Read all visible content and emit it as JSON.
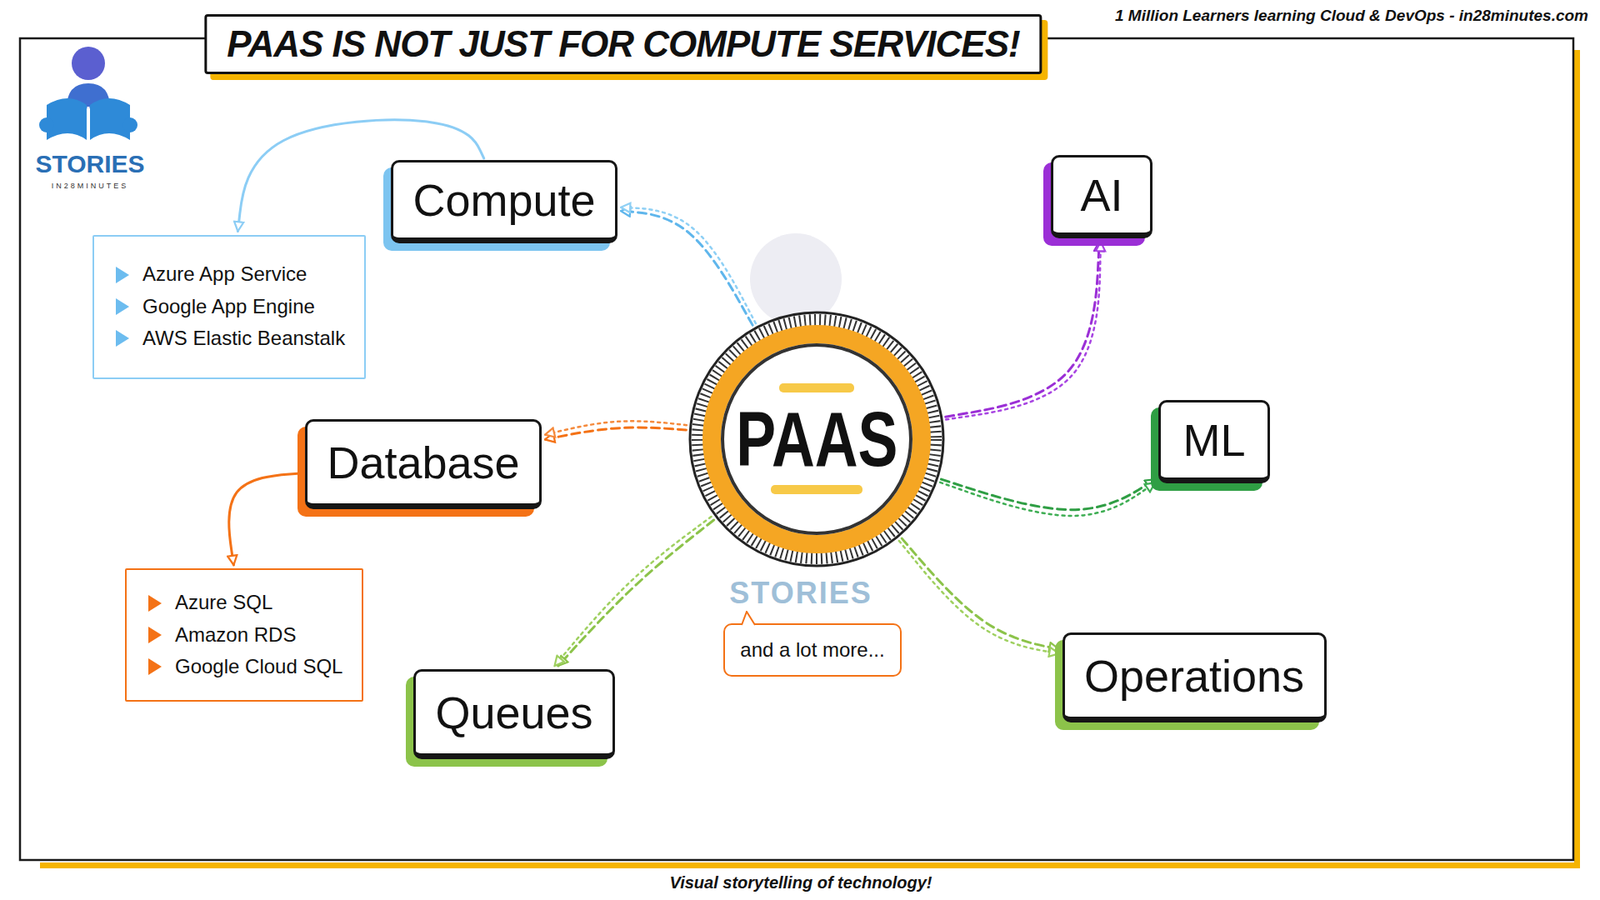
{
  "diagram": {
    "title": "PAAS IS NOT JUST FOR COMPUTE SERVICES!",
    "caption": "Visual storytelling of technology!",
    "nodes": [
      {
        "text": [
          "Compute"
        ]
      },
      {
        "text": [
          "Azure App Service",
          "Google App Engine",
          "AWS Elastic Beanstalk"
        ]
      },
      {
        "text": [
          "AI"
        ]
      },
      {
        "text": [
          "PAAS"
        ]
      },
      {
        "text": [
          "ML"
        ]
      },
      {
        "text": [
          "Database"
        ]
      },
      {
        "text": [
          "Azure SQL",
          "Amazon RDS",
          "Google Cloud SQL"
        ]
      },
      {
        "text": [
          "and a lot more..."
        ]
      },
      {
        "text": [
          "Queues"
        ]
      },
      {
        "text": [
          "Operations"
        ]
      }
    ],
    "edges": [
      {
        "from": 3,
        "to": 0,
        "arrow": "to"
      },
      {
        "from": 0,
        "to": 1,
        "arrow": "to"
      },
      {
        "from": 3,
        "to": 2,
        "arrow": "to"
      },
      {
        "from": 3,
        "to": 4,
        "arrow": "to"
      },
      {
        "from": 3,
        "to": 5,
        "arrow": "to"
      },
      {
        "from": 5,
        "to": 6,
        "arrow": "to"
      },
      {
        "from": 3,
        "to": 8,
        "arrow": "to"
      },
      {
        "from": 3,
        "to": 9,
        "arrow": "to"
      }
    ],
    "labels": [
      "1 Million Learners learning Cloud & DevOps - in28minutes.com",
      "STORIES",
      "IN28MINUTES",
      "STORIES"
    ]
  }
}
